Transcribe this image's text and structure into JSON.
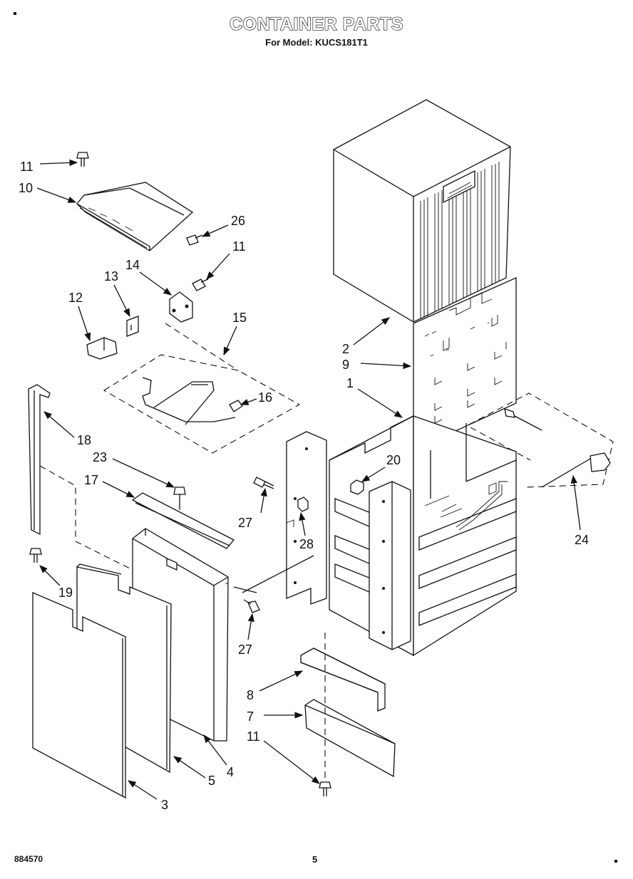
{
  "header": {
    "title": "CONTAINER PARTS",
    "subtitle": "For Model: KUCS181T1"
  },
  "footer": {
    "doc_number": "884570",
    "page_number": "5"
  },
  "callouts": [
    {
      "id": "c11a",
      "label": "11"
    },
    {
      "id": "c10",
      "label": "10"
    },
    {
      "id": "c26",
      "label": "26"
    },
    {
      "id": "c11b",
      "label": "11"
    },
    {
      "id": "c14",
      "label": "14"
    },
    {
      "id": "c13",
      "label": "13"
    },
    {
      "id": "c12",
      "label": "12"
    },
    {
      "id": "c15",
      "label": "15"
    },
    {
      "id": "c16",
      "label": "16"
    },
    {
      "id": "c18",
      "label": "18"
    },
    {
      "id": "c23",
      "label": "23"
    },
    {
      "id": "c17",
      "label": "17"
    },
    {
      "id": "c19",
      "label": "19"
    },
    {
      "id": "c27a",
      "label": "27"
    },
    {
      "id": "c28",
      "label": "28"
    },
    {
      "id": "c20",
      "label": "20"
    },
    {
      "id": "c27b",
      "label": "27"
    },
    {
      "id": "c2",
      "label": "2"
    },
    {
      "id": "c9",
      "label": "9"
    },
    {
      "id": "c1",
      "label": "1"
    },
    {
      "id": "c24",
      "label": "24"
    },
    {
      "id": "c8",
      "label": "8"
    },
    {
      "id": "c7",
      "label": "7"
    },
    {
      "id": "c11c",
      "label": "11"
    },
    {
      "id": "c4",
      "label": "4"
    },
    {
      "id": "c5",
      "label": "5"
    },
    {
      "id": "c3",
      "label": "3"
    }
  ]
}
